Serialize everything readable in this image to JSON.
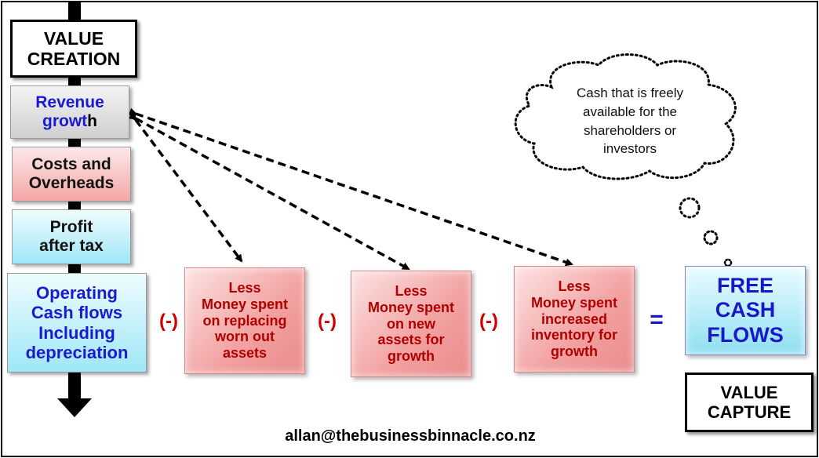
{
  "value_creation": {
    "label": "VALUE\nCREATION"
  },
  "value_capture": {
    "label": "VALUE\nCAPTURE"
  },
  "stack": {
    "revenue": {
      "part1": "Revenue\ngrowt",
      "part2": "h"
    },
    "costs": "Costs and\nOverheads",
    "profit": "Profit\nafter tax",
    "operating": "Operating\nCash flows\nIncluding\ndepreciation"
  },
  "deductions": [
    {
      "label": "Less\nMoney spent\non replacing\nworn out\nassets"
    },
    {
      "label": "Less\nMoney spent\non new\nassets for\ngrowth"
    },
    {
      "label": "Less\nMoney spent\nincreased\ninventory for\ngrowth"
    }
  ],
  "operators": {
    "minus": "(-)",
    "equals": "="
  },
  "result": {
    "label": "FREE\nCASH\nFLOWS"
  },
  "thought_cloud": {
    "text": "Cash that is freely\navailable for the\nshareholders or\ninvestors"
  },
  "footer": {
    "email": "allan@thebusinessbinnacle.co.nz"
  },
  "colors": {
    "blue_text": "#1818c8",
    "red_text": "#b00000",
    "pink_fill": "#f4a6a6",
    "cyan_fill": "#9fe7f7",
    "grey_fill": "#cfcfcf"
  }
}
